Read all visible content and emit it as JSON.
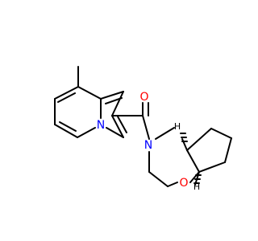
{
  "colors": {
    "bond": "#000000",
    "oxygen": "#ff0000",
    "nitrogen": "#0000ff",
    "stereo_h": "#000000",
    "background": "#ffffff"
  },
  "atoms": {
    "carbonyl_oxygen": "O",
    "ring_oxygen": "O",
    "amide_nitrogen": "N",
    "indolizine_nitrogen": "N",
    "stereo_h_top": "H",
    "stereo_h_bottom": "H"
  }
}
